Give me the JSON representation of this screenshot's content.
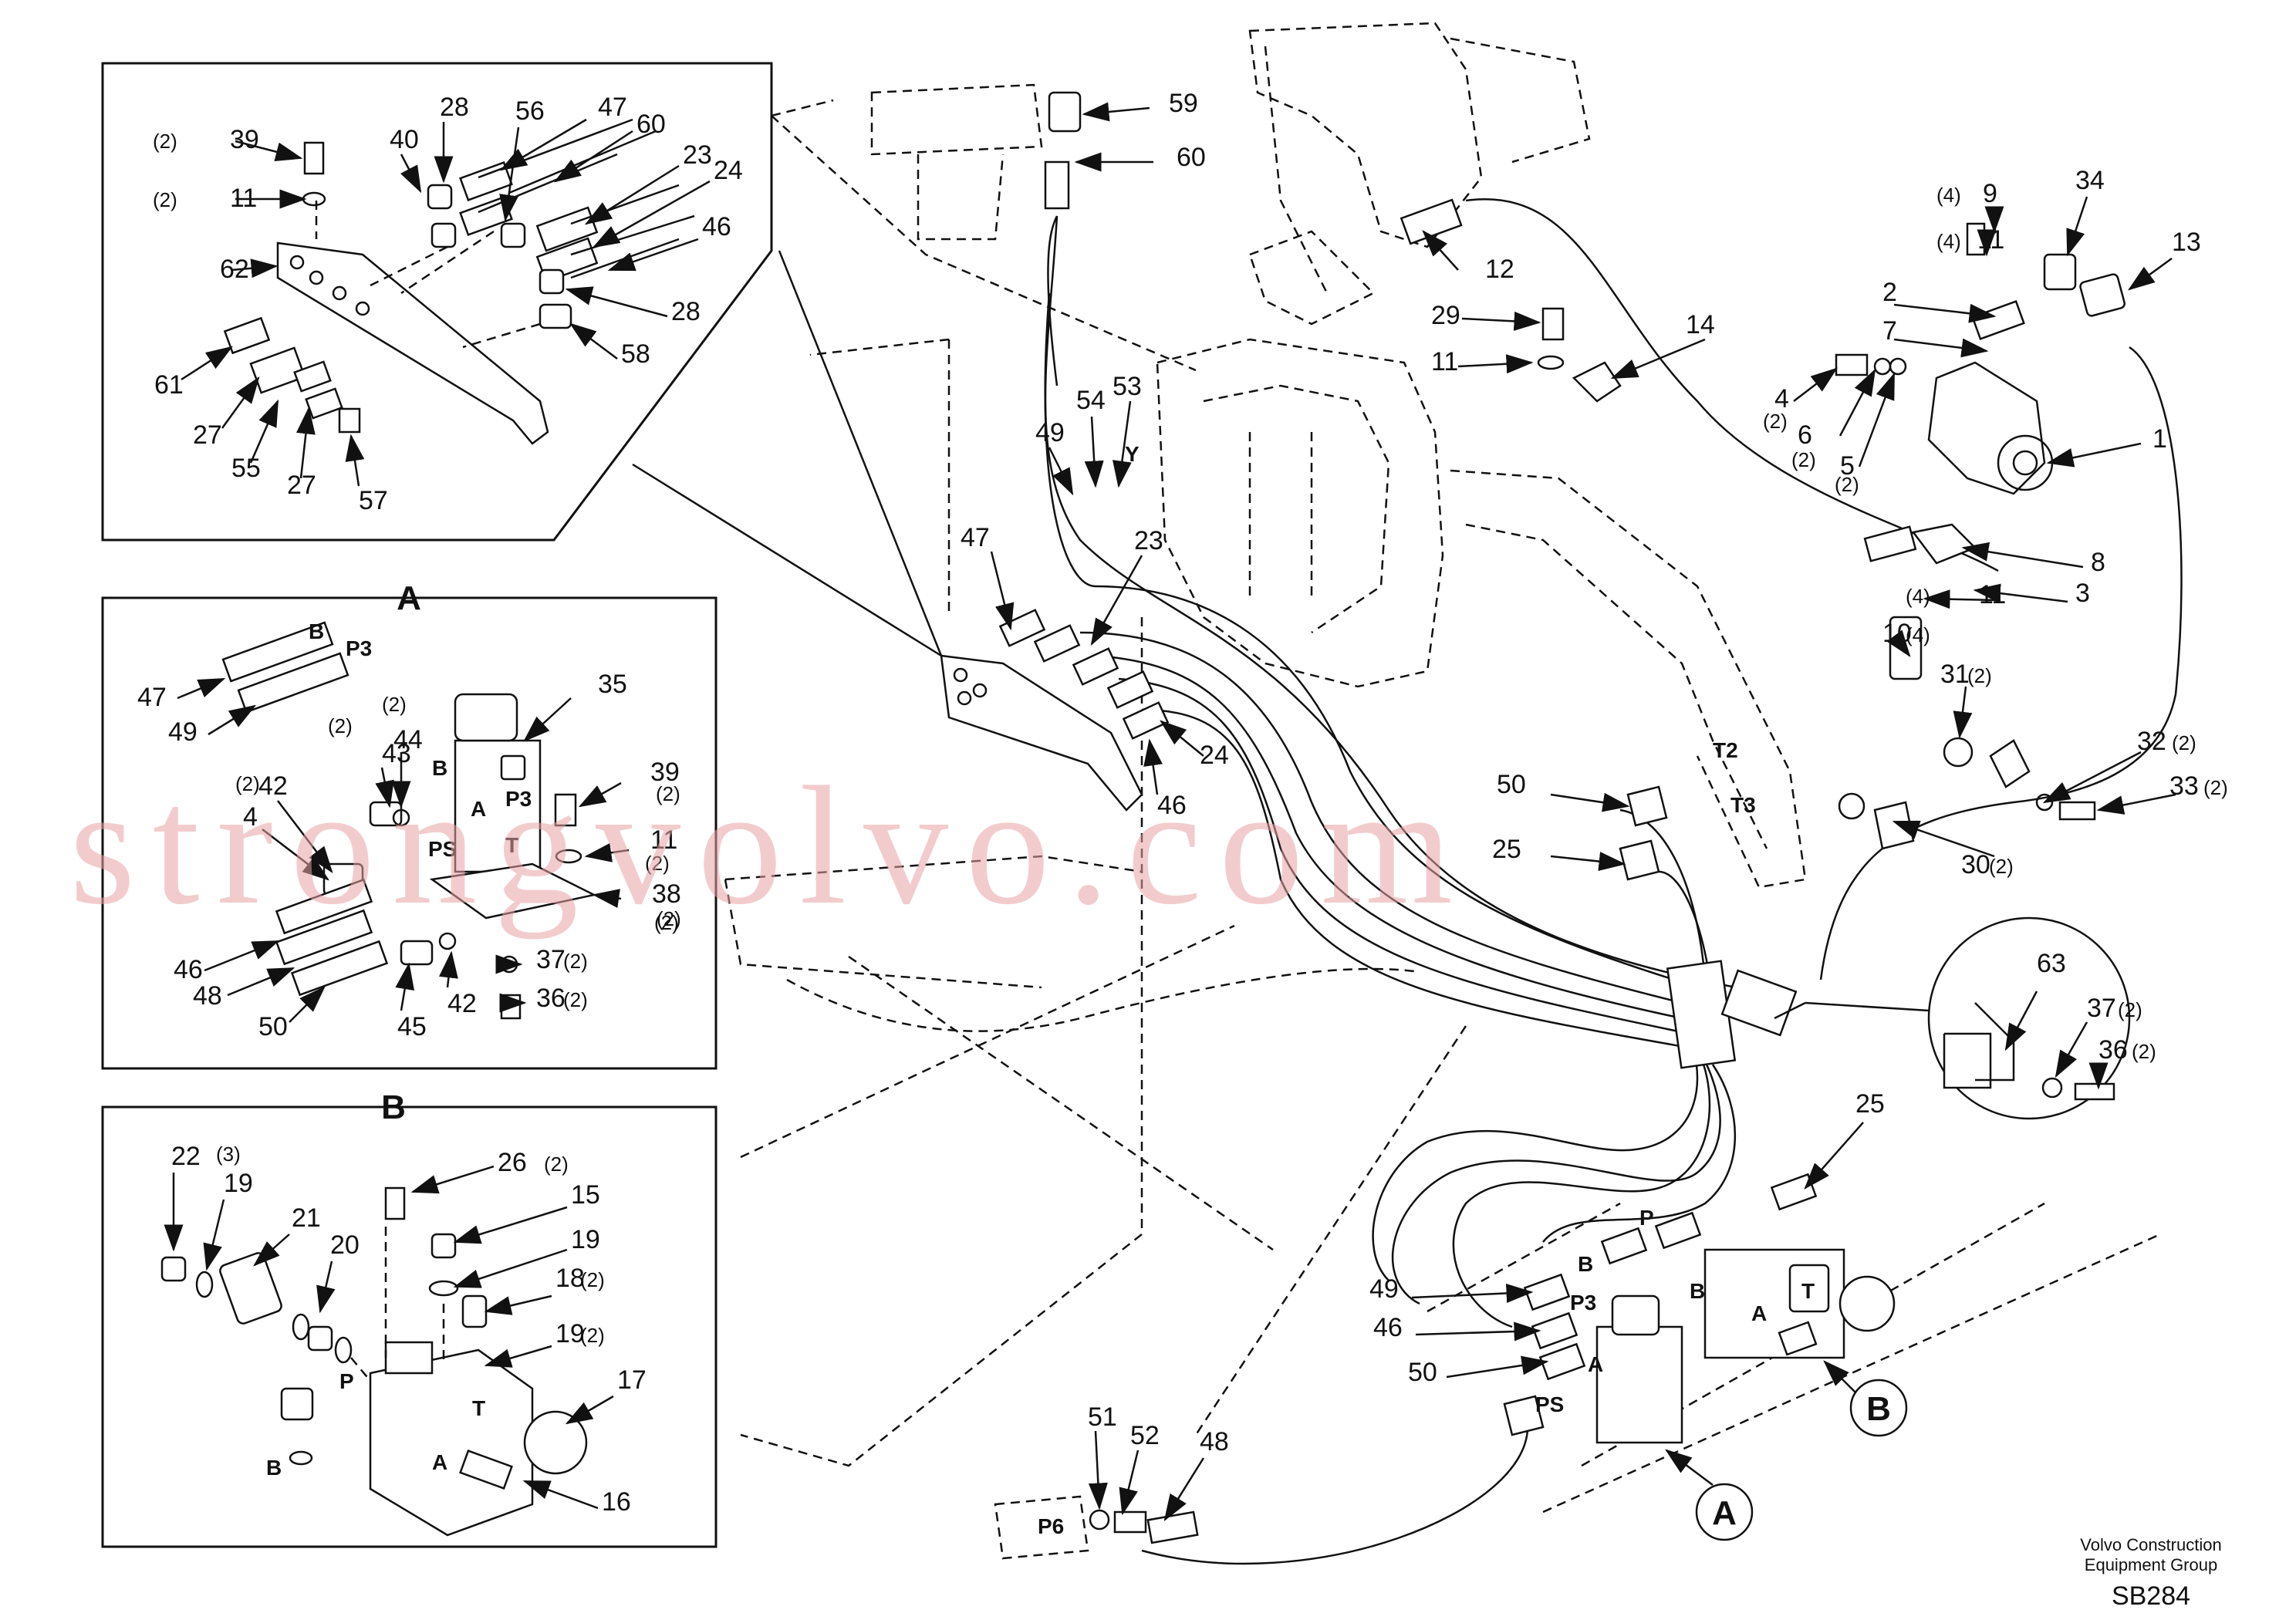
{
  "watermark": "strongvolvo.com",
  "footer": {
    "company_line1": "Volvo Construction",
    "company_line2": "Equipment Group",
    "drawing_code": "SB284"
  },
  "detail_titles": {
    "A": "A",
    "B": "B"
  },
  "callouts": {
    "A": "A",
    "B": "B"
  },
  "top_inset_labels": [
    "39",
    "11",
    "62",
    "61",
    "27",
    "55",
    "27",
    "57",
    "40",
    "28",
    "56",
    "47",
    "60",
    "23",
    "24",
    "46",
    "28",
    "58"
  ],
  "top_inset_qty": [
    "(2)",
    "(2)"
  ],
  "detail_a_labels": [
    "47",
    "49",
    "35",
    "39",
    "11",
    "38",
    "37",
    "36",
    "46",
    "48",
    "50",
    "45",
    "42",
    "43",
    "44",
    "42",
    "4"
  ],
  "detail_a_qty": [
    "(2)",
    "(2)",
    "(2)",
    "(2)",
    "(2)",
    "(2)",
    "(2)",
    "(2)",
    "(2)"
  ],
  "detail_a_pins": [
    "B",
    "P3",
    "B",
    "P3",
    "A",
    "PS",
    "T"
  ],
  "detail_b_labels": [
    "22",
    "19",
    "21",
    "20",
    "26",
    "15",
    "19",
    "18",
    "19",
    "17",
    "16"
  ],
  "detail_b_qty": [
    "(3)",
    "(2)",
    "(2)",
    "(2)"
  ],
  "detail_b_pins": [
    "P",
    "B",
    "T",
    "A"
  ],
  "main_labels": [
    "59",
    "60",
    "12",
    "9",
    "11",
    "34",
    "13",
    "2",
    "7",
    "29",
    "11",
    "14",
    "4",
    "6",
    "5",
    "1",
    "8",
    "3",
    "11",
    "10",
    "49",
    "54",
    "53",
    "47",
    "23",
    "24",
    "46",
    "31",
    "32",
    "33",
    "30",
    "50",
    "25",
    "63",
    "37",
    "36",
    "25",
    "49",
    "46",
    "50",
    "51",
    "52",
    "48"
  ],
  "main_qty": [
    "(4)",
    "(4)",
    "(2)",
    "(2)",
    "(2)",
    "(4)",
    "(4)",
    "(2)",
    "(2)",
    "(2)",
    "(2)",
    "(2)",
    "(2)"
  ],
  "main_pins": [
    "Y",
    "T2",
    "T3",
    "P",
    "B",
    "P3",
    "B",
    "T",
    "A",
    "A",
    "PS",
    "P6"
  ]
}
